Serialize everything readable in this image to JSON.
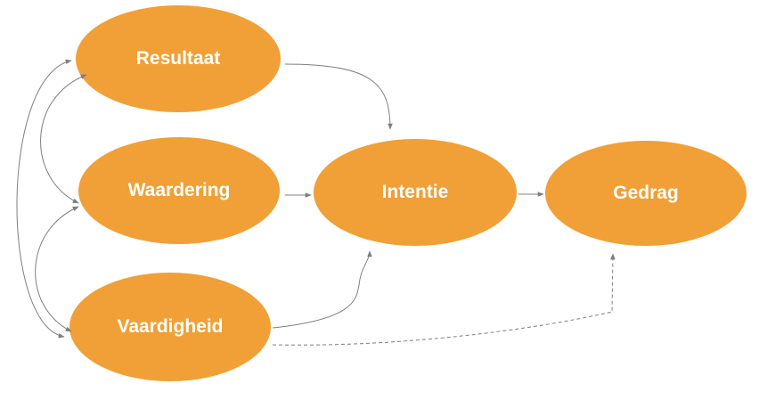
{
  "diagram": {
    "node_color": "#F0A036",
    "edge_color": "#7F7F7F",
    "nodes": {
      "resultaat": "Resultaat",
      "waardering": "Waardering",
      "vaardigheid": "Vaardigheid",
      "intentie": "Intentie",
      "gedrag": "Gedrag"
    }
  }
}
